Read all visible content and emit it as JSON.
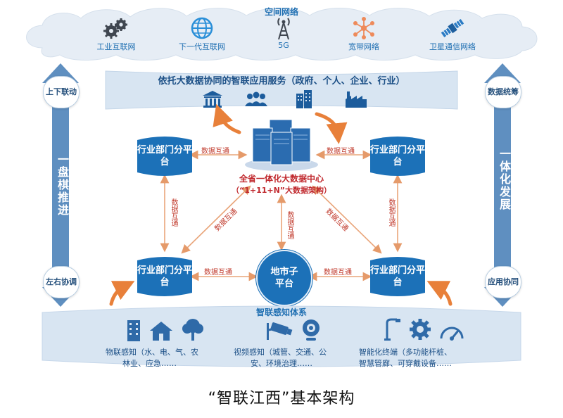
{
  "top_cloud": {
    "title": "空间网络",
    "networks": [
      {
        "label": "工业互联网",
        "icon": "gears-icon"
      },
      {
        "label": "下一代互联网",
        "icon": "globe-icon"
      },
      {
        "label": "5G",
        "icon": "antenna-tower-icon"
      },
      {
        "label": "宽带网络",
        "icon": "network-nodes-icon"
      },
      {
        "label": "卫星通信网络",
        "icon": "satellite-icon"
      }
    ]
  },
  "service_bar": {
    "title": "依托大数据协同的智联应用服务（政府、个人、企业、行业）",
    "icons": [
      "government-building-icon",
      "people-group-icon",
      "office-building-icon",
      "factory-icon"
    ]
  },
  "left_side": {
    "top_label": "上下联动",
    "middle_text": "一盘棋推进",
    "bottom_label": "左右协调"
  },
  "right_side": {
    "top_label": "数据统筹",
    "middle_text": "一体化发展",
    "bottom_label": "应用协同"
  },
  "center": {
    "title": "全省一体化大数据中心",
    "subtitle": "（“1+11+N”大数据架构）",
    "icon": "server-cluster-icon"
  },
  "platforms": {
    "top_left": "行业部门分平台",
    "top_right": "行业部门分平台",
    "bottom_left": "行业部门分平台",
    "bottom_right": "行业部门分平台",
    "city": "地市子平台"
  },
  "connections": {
    "top_left_h": "数据互通",
    "top_right_h": "数据互通",
    "left_v": "数据互通",
    "right_v": "数据互通",
    "center_v": "数据互通",
    "bottom_left_h": "数据互通",
    "bottom_right_h": "数据互通",
    "diag_left": "数据互通",
    "diag_right": "数据互通"
  },
  "perception": {
    "title": "智联感知体系",
    "groups": [
      {
        "text_line1": "物联感知（水、电、气、农",
        "text_line2": "林业、应急……",
        "icons": [
          "building-icon",
          "house-icon",
          "tree-icon"
        ]
      },
      {
        "text_line1": "视频感知（城管、交通、公",
        "text_line2": "安、环境治理……",
        "icons": [
          "cctv-camera-icon",
          "webcam-icon"
        ]
      },
      {
        "text_line1": "智能化终端（多功能杆桩、",
        "text_line2": "智慧管廊、可穿戴设备……",
        "icons": [
          "street-lamp-icon",
          "gear-icon",
          "gauge-icon"
        ]
      }
    ]
  },
  "caption": "“智联江西”基本架构",
  "colors": {
    "accent_blue": "#1f6fb2",
    "platform_blue": "#1c71b8",
    "red_text": "#c0282d",
    "orange_arrow": "#e8803a",
    "cloud": "#dfe9f4"
  }
}
